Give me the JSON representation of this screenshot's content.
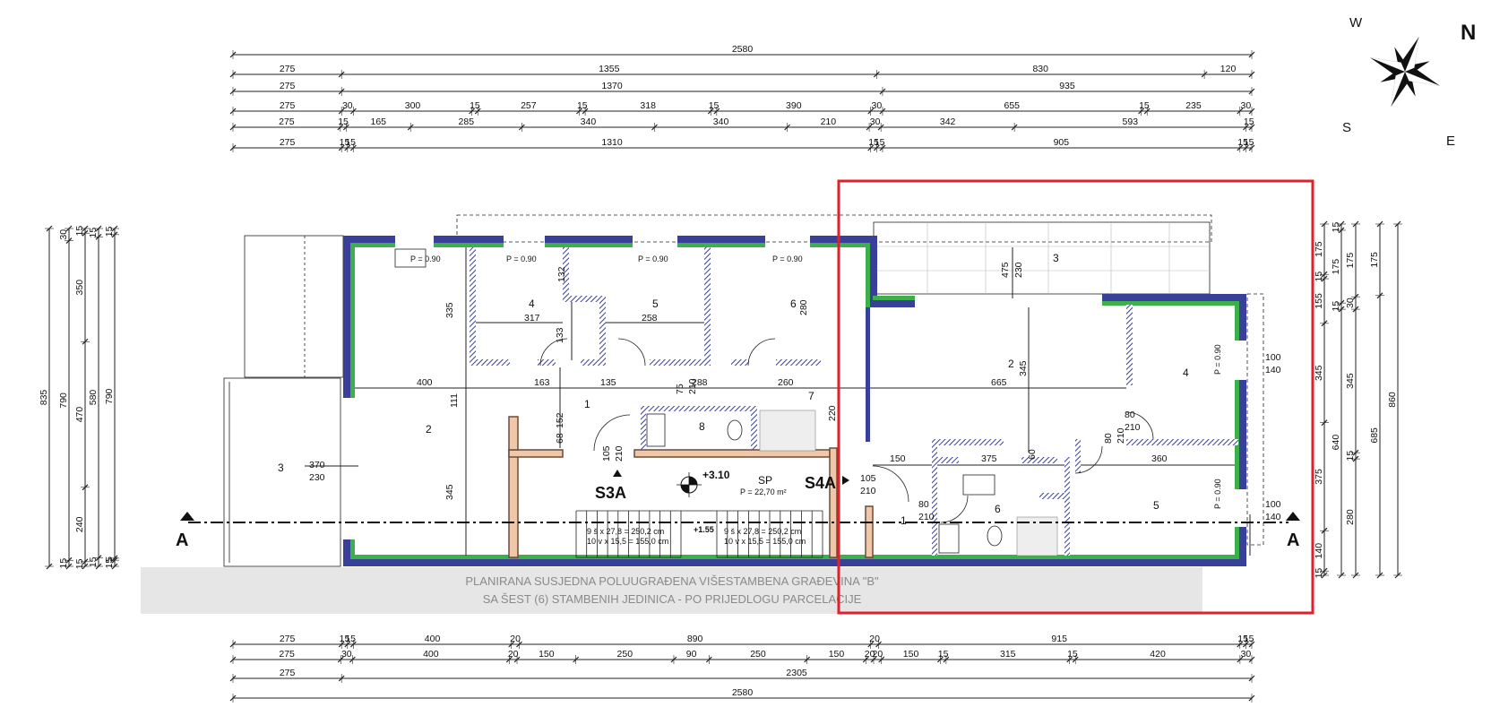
{
  "compass": {
    "n": "N",
    "w": "W",
    "s": "S",
    "e": "E"
  },
  "dimensions_top": [
    [
      "2580"
    ],
    [
      "275",
      "1355",
      "830",
      "120"
    ],
    [
      "275",
      "1370",
      "935"
    ],
    [
      "275",
      "30",
      "300",
      "15",
      "257",
      "15",
      "318",
      "15",
      "390",
      "30",
      "655",
      "15",
      "235",
      "30"
    ],
    [
      "275",
      "15",
      "165",
      "285",
      "340",
      "340",
      "210",
      "30",
      "342",
      "593",
      "15"
    ],
    [
      "275",
      "15",
      "15",
      "1310",
      "15",
      "15",
      "905",
      "15",
      "15"
    ]
  ],
  "dimensions_bottom": [
    [
      "275",
      "15",
      "15",
      "400",
      "20",
      "890",
      "20",
      "915",
      "15",
      "15"
    ],
    [
      "275",
      "30",
      "400",
      "20",
      "150",
      "250",
      "90",
      "250",
      "150",
      "20",
      "20",
      "150",
      "15",
      "315",
      "15",
      "420",
      "30"
    ],
    [
      "275",
      "2305"
    ],
    [
      "2580"
    ]
  ],
  "dimensions_left": [
    [
      "835"
    ],
    [
      "30",
      "790",
      "15"
    ],
    [
      "15",
      "350",
      "470",
      "240",
      "15"
    ],
    [
      "15",
      "580",
      "15"
    ],
    [
      "15",
      "790",
      "5",
      "15"
    ]
  ],
  "dimensions_right": [
    [
      "175",
      "15",
      "155",
      "345",
      "375",
      "140",
      "15"
    ],
    [
      "15",
      "175",
      "15",
      "640"
    ],
    [
      "175",
      "30",
      "345",
      "15",
      "280"
    ],
    [
      "175",
      "685"
    ],
    [
      "860"
    ]
  ],
  "rooms": {
    "r4l": "4",
    "r5l": "5",
    "r6l": "6",
    "r2l": "2",
    "r3l": "3",
    "r1l": "1",
    "r7l": "7",
    "r8l": "8",
    "r3r": "3",
    "r2r": "2",
    "r4r": "4",
    "r5r": "5",
    "r1r": "1",
    "r6r": "6"
  },
  "window_labels": [
    "P = 0.90",
    "P = 0.90",
    "P = 0.90",
    "P = 0.90",
    "P = 0.90",
    "P = 0.90"
  ],
  "interior_dims": {
    "d317": "317",
    "d258": "258",
    "d280": "280",
    "d335": "335",
    "d132": "132",
    "d133": "133",
    "d400": "400",
    "d163": "163",
    "d135": "135",
    "d288": "288",
    "d260": "260",
    "d665": "665",
    "d475": "475",
    "d230": "230",
    "d345a": "345",
    "d345b": "345",
    "d111": "111",
    "d152": "152",
    "d68": "68",
    "d150": "150",
    "d375": "375",
    "d360": "360",
    "d220": "220",
    "d60": "60",
    "d370": "370",
    "d230b": "230",
    "d105": "105",
    "d210": "210",
    "d80a": "80",
    "d210a": "210",
    "d80b": "80",
    "d210b": "210",
    "d100a": "100",
    "d140a": "140",
    "d100b": "100",
    "d140b": "140",
    "d105b": "105",
    "d210c": "210",
    "d80c": "80",
    "d210d": "210",
    "d75": "75",
    "d210e": "210"
  },
  "stair_texts": [
    "9 š x 27,8 = 250,2 cm",
    "10 v x 15,5 = 155,0 cm",
    "9 š x 27,8 = 250,2 cm",
    "10 v x 15,5 = 155,0 cm"
  ],
  "level_mid": "+1.55",
  "level_main": "+3.10",
  "sp_label": "SP",
  "sp_area": "P = 22,70 m²",
  "stair_s3a": "S3A",
  "stair_s4a": "S4A",
  "section_left": "A",
  "section_right": "A",
  "note_line1": "PLANIRANA SUSJEDNA POLUUGRAĐENA VIŠESTAMBENA GRAĐEVINA \"B\"",
  "note_line2": "SA ŠEST (6) STAMBENIH JEDINICA - PO PRIJEDLOGU PARCELACIJE",
  "colors": {
    "outer_wall": "#3a3f9a",
    "insulation": "#3cb04a",
    "concrete": "#f0c8a8",
    "highlight": "#e0202a"
  }
}
